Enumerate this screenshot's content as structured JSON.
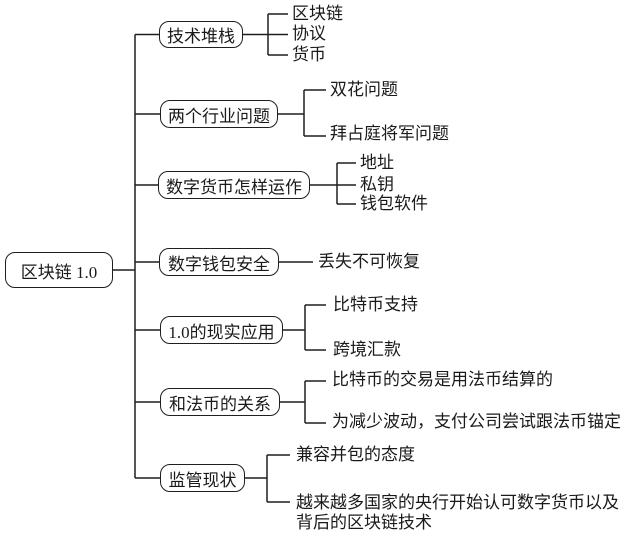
{
  "diagram": {
    "type": "mind-map-tree",
    "colors": {
      "background": "#ffffff",
      "line": "#1f1f1f",
      "text": "#1a1a1a"
    },
    "root": {
      "label": "区块链 1.0"
    },
    "branches": [
      {
        "label": "技术堆栈",
        "children": [
          "区块链",
          "协议",
          "货币"
        ]
      },
      {
        "label": "两个行业问题",
        "children": [
          "双花问题",
          "拜占庭将军问题"
        ]
      },
      {
        "label": "数字货币怎样运作",
        "children": [
          "地址",
          "私钥",
          "钱包软件"
        ]
      },
      {
        "label": "数字钱包安全",
        "children": [
          "丢失不可恢复"
        ]
      },
      {
        "label": "1.0的现实应用",
        "children": [
          "比特币支持",
          "跨境汇款"
        ]
      },
      {
        "label": "和法币的关系",
        "children": [
          "比特币的交易是用法币结算的",
          "为减少波动，支付公司尝试跟法币锚定"
        ]
      },
      {
        "label": "监管现状",
        "children": [
          "兼容并包的态度",
          "越来越多国家的央行开始认可数字货币以及背后的区块链技术"
        ]
      }
    ]
  }
}
